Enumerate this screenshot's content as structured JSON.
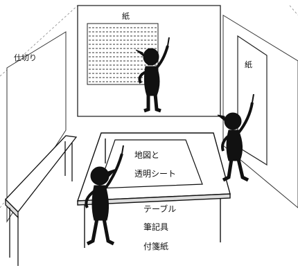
{
  "labels": {
    "paper_back": "紙",
    "partition": "仕切り",
    "paper_right": "紙",
    "map_line1": "地図と",
    "map_line2": "透明シート",
    "table": "テーブル",
    "stationery": "筆記具",
    "sticky_notes": "付箋紙"
  },
  "colors": {
    "ink": "#111111",
    "background": "#ffffff"
  }
}
